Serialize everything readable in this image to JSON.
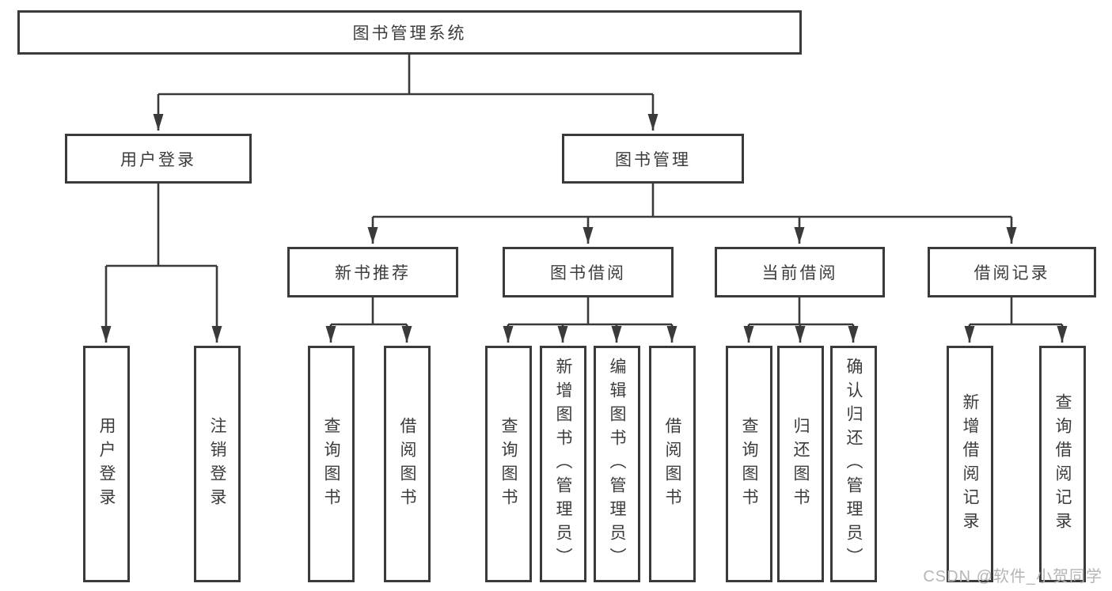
{
  "diagram": {
    "type": "hierarchy-tree",
    "tree": {
      "root": {
        "label": "图书管理系统",
        "children": [
          {
            "label": "用户登录",
            "children": [
              {
                "label": "用户登录"
              },
              {
                "label": "注销登录"
              }
            ]
          },
          {
            "label": "图书管理",
            "children": [
              {
                "label": "新书推荐",
                "children": [
                  {
                    "label": "查询图书"
                  },
                  {
                    "label": "借阅图书"
                  }
                ]
              },
              {
                "label": "图书借阅",
                "children": [
                  {
                    "label": "查询图书"
                  },
                  {
                    "label": "新增图书（管理员）"
                  },
                  {
                    "label": "编辑图书（管理员）"
                  },
                  {
                    "label": "借阅图书"
                  }
                ]
              },
              {
                "label": "当前借阅",
                "children": [
                  {
                    "label": "查询图书"
                  },
                  {
                    "label": "归还图书"
                  },
                  {
                    "label": "确认归还（管理员）"
                  }
                ]
              },
              {
                "label": "借阅记录",
                "children": [
                  {
                    "label": "新增借阅记录"
                  },
                  {
                    "label": "查询借阅记录"
                  }
                ]
              }
            ]
          }
        ]
      }
    }
  },
  "watermark": {
    "text": "CSDN @软件_小贺同学"
  },
  "colors": {
    "line": "#3a3a3a",
    "box_border": "#3a3a3a",
    "text": "#3c3c3c",
    "watermark": "#b5b5b5",
    "background": "#ffffff"
  }
}
